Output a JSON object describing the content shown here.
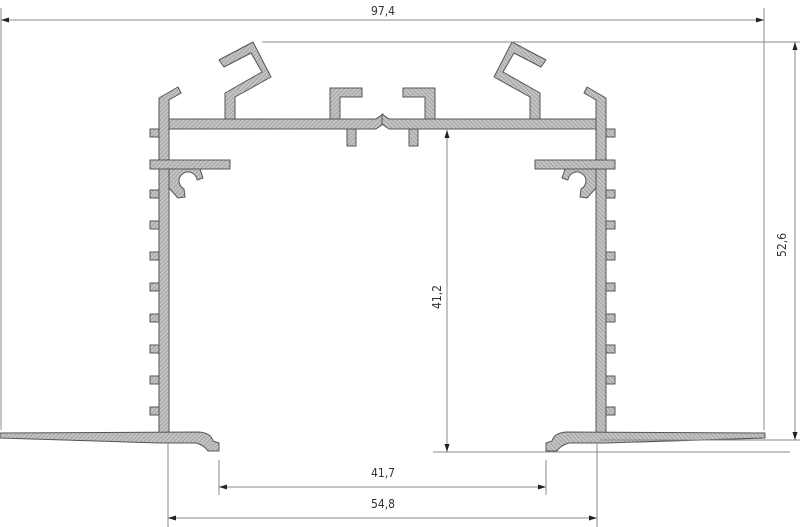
{
  "drawing": {
    "title": "",
    "dimensions": {
      "overall_width": "97,4",
      "overall_height": "52,6",
      "inner_height": "41,2",
      "opening_width": "41,7",
      "body_width": "54,8"
    },
    "colors": {
      "profile_fill": "#b8b8b8",
      "hatch": "#8c8c8c",
      "outline": "#555555",
      "dimension_line": "#8a8a8a"
    }
  }
}
